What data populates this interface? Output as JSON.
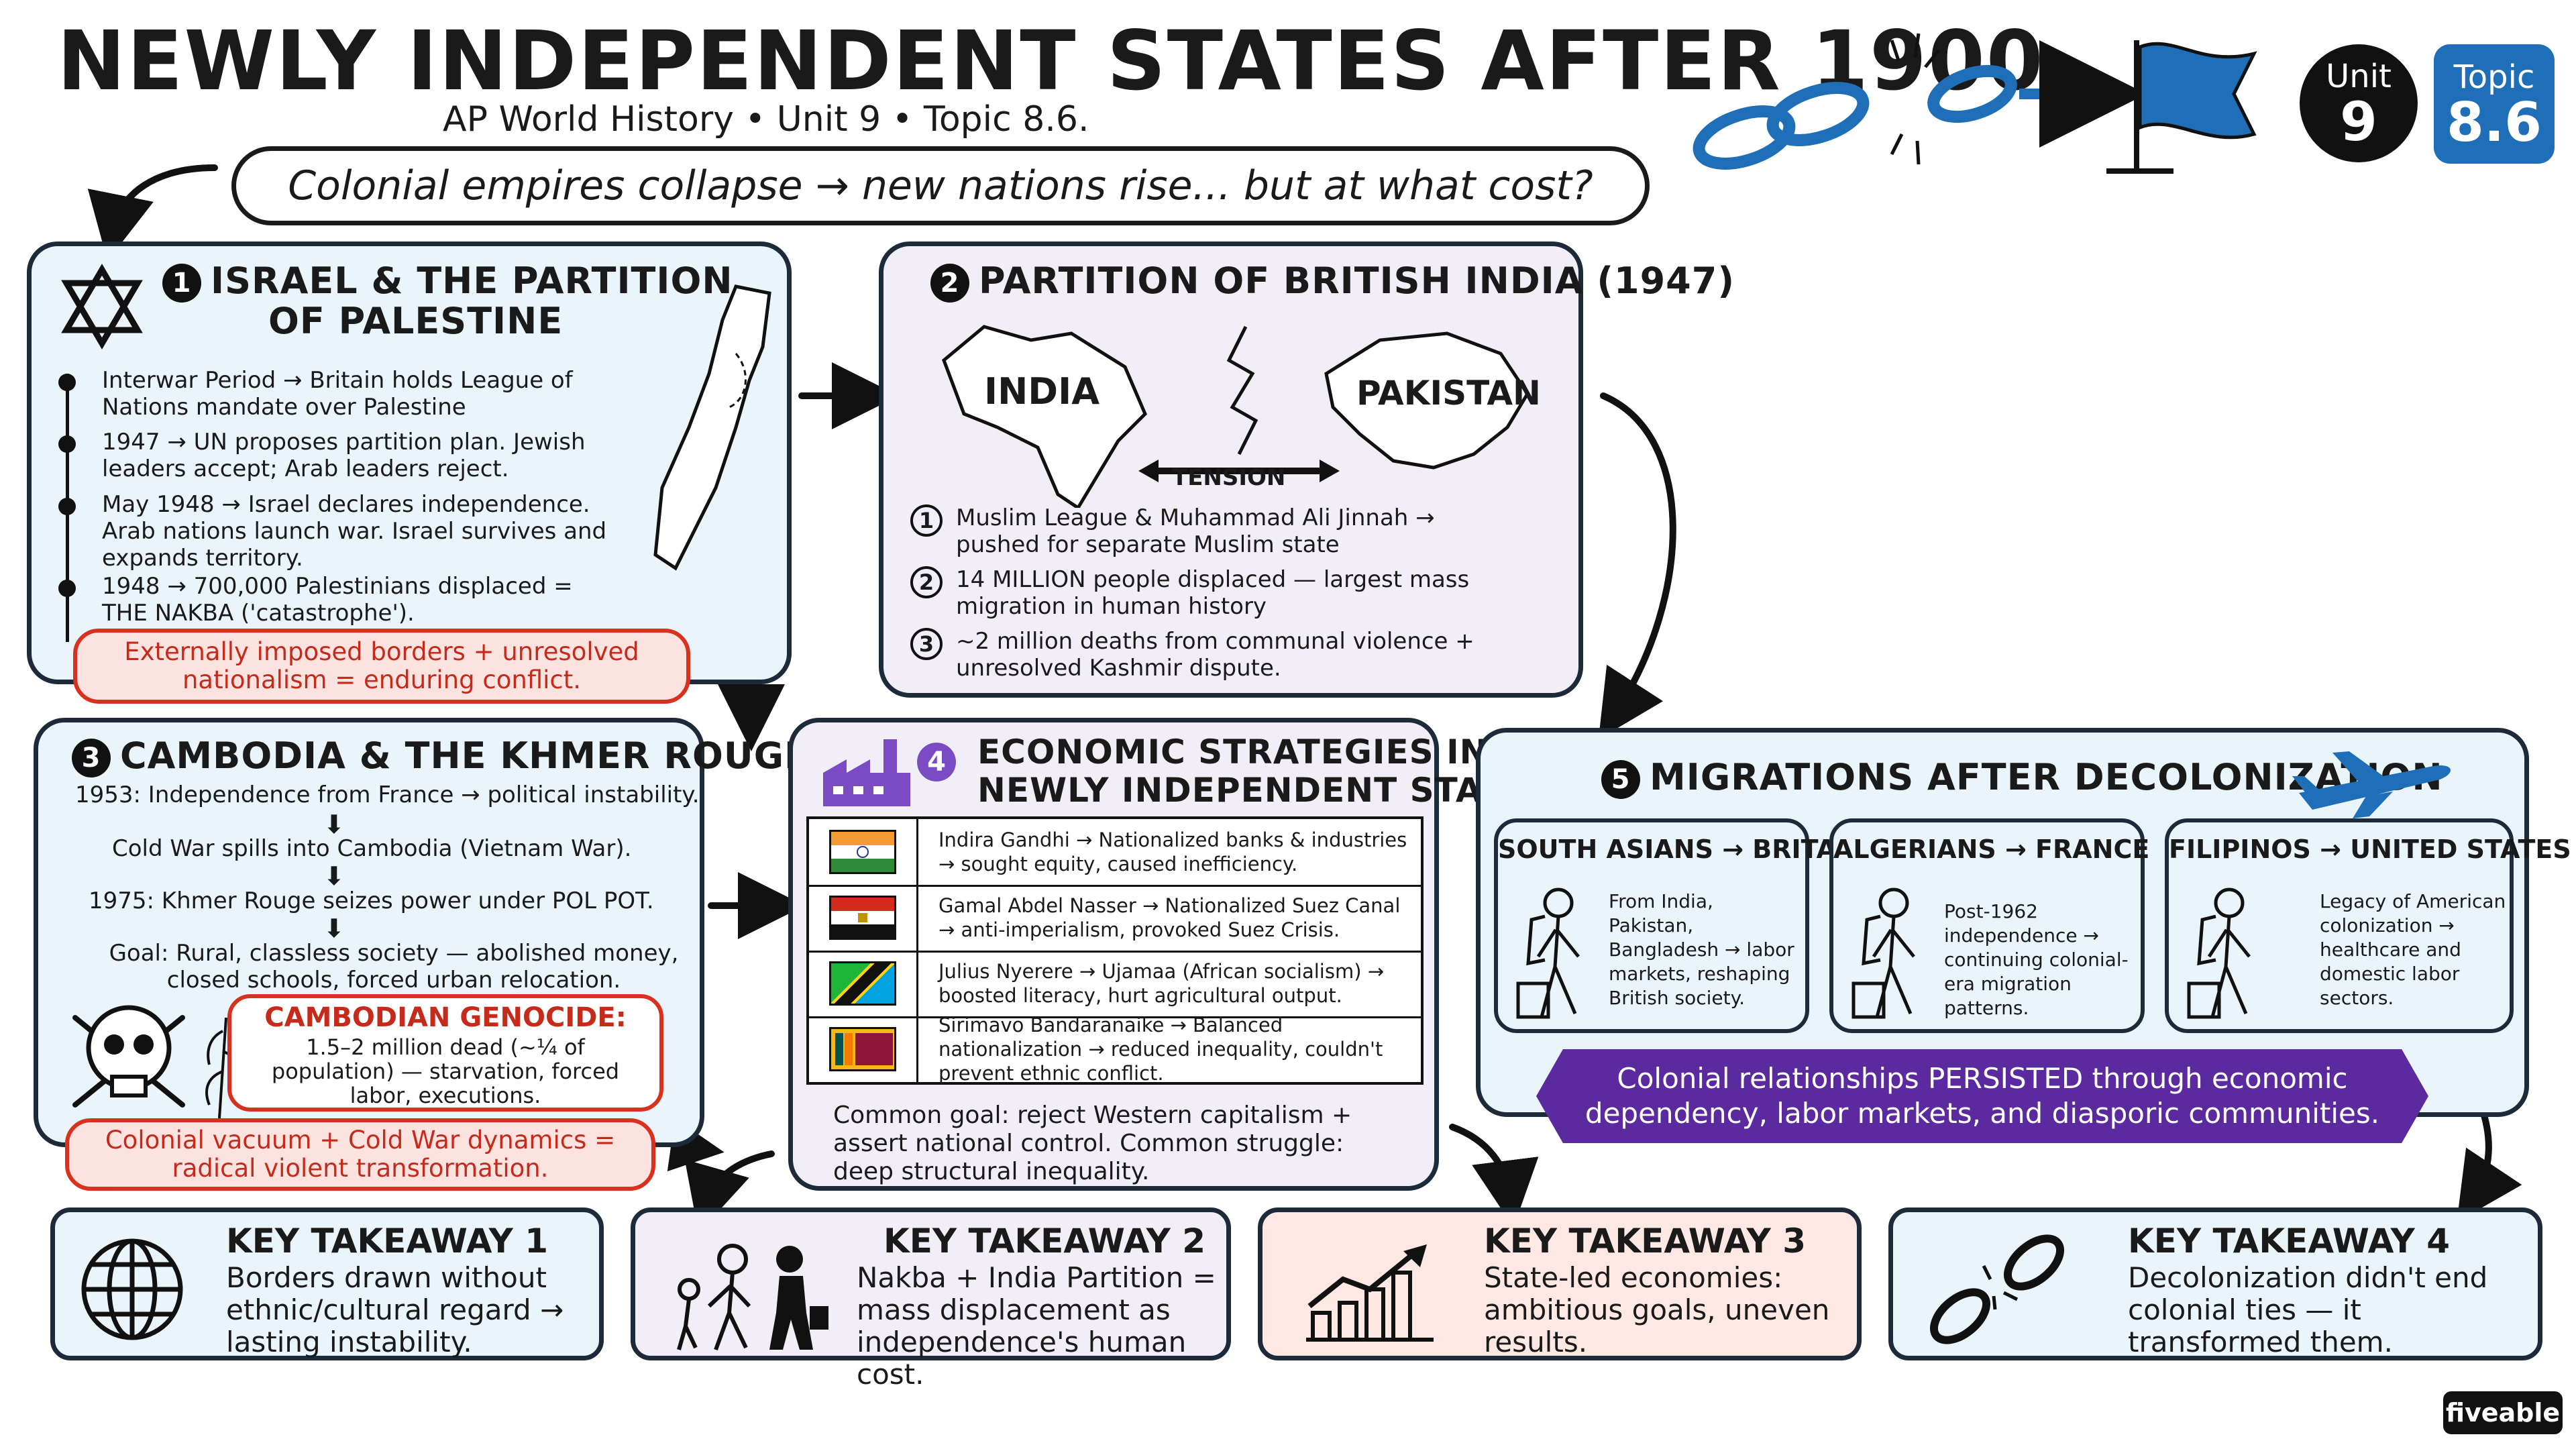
{
  "header": {
    "title": "NEWLY INDEPENDENT STATES AFTER 1900",
    "subtitle": "AP World History • Unit 9 • Topic 8.6.",
    "question": "Colonial empires collapse → new nations rise... but at what cost?",
    "unit_label": "Unit",
    "unit_number": "9",
    "topic_label": "Topic",
    "topic_number": "8.6"
  },
  "panel1": {
    "num": "1",
    "title_line1": "ISRAEL & THE PARTITION",
    "title_line2": "OF PALESTINE",
    "items": [
      "Interwar Period → Britain holds League of Nations mandate over Palestine",
      "1947 → UN proposes partition plan. Jewish leaders accept; Arab leaders reject.",
      "May 1948 → Israel declares independence. Arab nations launch war. Israel survives and expands territory.",
      "1948 → 700,000 Palestinians displaced = THE NAKBA ('catastrophe')."
    ],
    "callout": "Externally imposed borders + unresolved nationalism = enduring conflict."
  },
  "panel2": {
    "num": "2",
    "title": "PARTITION OF BRITISH INDIA (1947)",
    "map_left": "INDIA",
    "map_right": "PAKISTAN",
    "tension": "TENSION",
    "items": [
      {
        "n": "1",
        "text": "Muslim League & Muhammad Ali Jinnah → pushed for separate Muslim state"
      },
      {
        "n": "2",
        "text": "14 MILLION people displaced — largest mass migration in human history"
      },
      {
        "n": "3",
        "text": "~2 million deaths from communal violence + unresolved Kashmir dispute."
      }
    ]
  },
  "panel3": {
    "num": "3",
    "title": "CAMBODIA & THE KHMER ROUGE",
    "steps": [
      "1953: Independence from France → political instability.",
      "Cold War spills into Cambodia (Vietnam War).",
      "1975: Khmer Rouge seizes power under POL POT.",
      "Goal: Rural, classless society — abolished money, closed schools, forced urban relocation."
    ],
    "genocide_title": "CAMBODIAN GENOCIDE:",
    "genocide_text": "1.5–2 million dead (~¼ of population) — starvation, forced labor, executions.",
    "callout": "Colonial vacuum + Cold War dynamics = radical violent transformation."
  },
  "panel4": {
    "num": "4",
    "title_line1": "ECONOMIC STRATEGIES IN",
    "title_line2": "NEWLY INDEPENDENT STATES",
    "rows": [
      {
        "flag": "india",
        "text": "Indira Gandhi → Nationalized banks & industries → sought equity, caused inefficiency."
      },
      {
        "flag": "egypt",
        "text": "Gamal Abdel Nasser → Nationalized Suez Canal → anti-imperialism, provoked Suez Crisis."
      },
      {
        "flag": "tanzania",
        "text": "Julius Nyerere → Ujamaa (African socialism) → boosted literacy, hurt agricultural output."
      },
      {
        "flag": "sri-lanka",
        "text": "Sirimavo Bandaranaike → Balanced nationalization → reduced inequality, couldn't prevent ethnic conflict."
      }
    ],
    "summary": "Common goal: reject Western capitalism + assert national control. Common struggle: deep structural inequality."
  },
  "panel5": {
    "num": "5",
    "title": "MIGRATIONS AFTER DECOLONIZATION",
    "cards": [
      {
        "title": "SOUTH ASIANS → BRITAIN",
        "text": "From India, Pakistan, Bangladesh → labor markets, reshaping British society."
      },
      {
        "title": "ALGERIANS → FRANCE",
        "text": "Post-1962 independence → continuing colonial-era migration patterns."
      },
      {
        "title": "FILIPINOS → UNITED STATES",
        "text": "Legacy of American colonization → healthcare and domestic labor sectors."
      }
    ],
    "banner": "Colonial relationships PERSISTED through economic dependency, labor markets, and diasporic communities."
  },
  "takeaways": [
    {
      "title": "KEY TAKEAWAY 1",
      "text": "Borders drawn without ethnic/cultural regard → lasting instability.",
      "icon": "globe-icon"
    },
    {
      "title": "KEY TAKEAWAY 2",
      "text": "Nakba + India Partition = mass displacement as independence's human cost.",
      "icon": "migrants-icon"
    },
    {
      "title": "KEY TAKEAWAY 3",
      "text": "State-led economies: ambitious goals, uneven results.",
      "icon": "growth-chart-icon"
    },
    {
      "title": "KEY TAKEAWAY 4",
      "text": "Decolonization didn't end colonial ties — it transformed them.",
      "icon": "broken-chain-icon"
    }
  ],
  "brand": "fiveable",
  "colors": {
    "blue_panel": "#eaf4fb",
    "purple_panel": "#f1eef8",
    "red_accent": "#d8311f",
    "purple_banner": "#5b2a9f",
    "topic_blue": "#1e6fb7",
    "coral_panel": "#fde8e4"
  }
}
